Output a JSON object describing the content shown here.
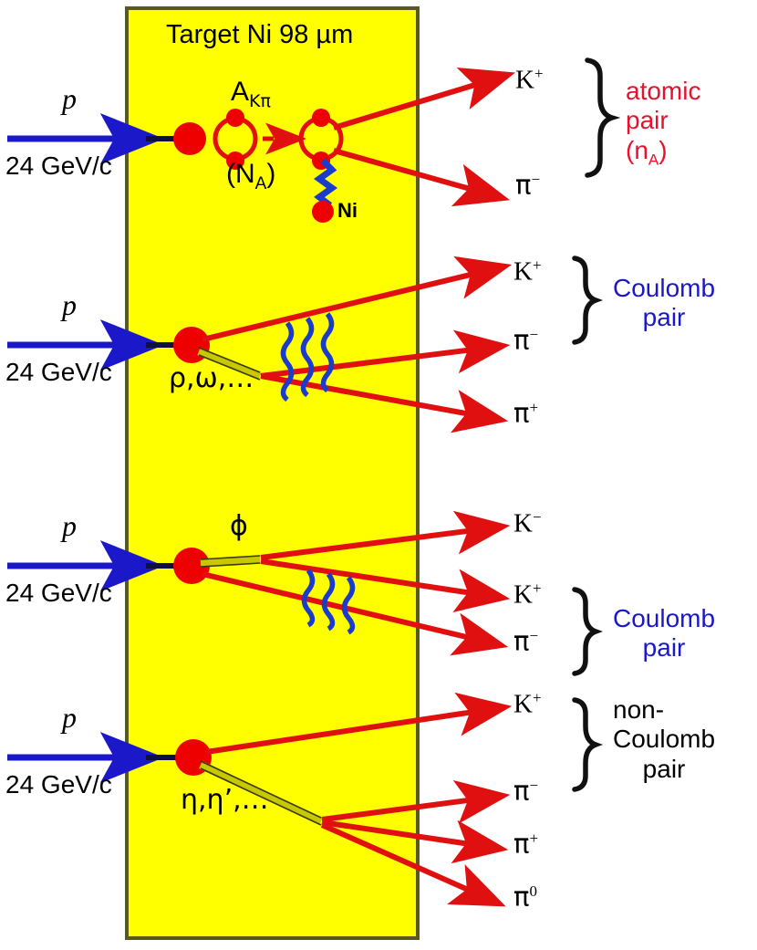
{
  "figure": {
    "target": {
      "label": "Target Ni 98 µm",
      "fill": "#ffff00",
      "border": "#5a5a18"
    },
    "beam": {
      "label": "p",
      "momentum": "24 GeV/c",
      "color": "#1a18c8",
      "count": 4
    },
    "colors": {
      "track": "#e01010",
      "vertex": "#ee0000",
      "photon": "#1a3ccc",
      "resonance": "#c8c800",
      "atom_red": "#e8112d",
      "coulomb_blue": "#1a18c8"
    },
    "nucleus": {
      "label": "Ni"
    },
    "processes": [
      {
        "id": "atomic-pair",
        "atom_label": "A",
        "atom_sub": "Kπ",
        "atom_count": "(N",
        "atom_count_sub": "A",
        "atom_count_end": ")",
        "products": [
          {
            "symbol": "K",
            "charge": "+"
          },
          {
            "symbol": "π",
            "charge": "−"
          }
        ],
        "group_label": [
          "atomic",
          "pair",
          "(n"
        ],
        "group_sub": "A",
        "group_tail": ")",
        "group_color": "#e8112d",
        "braced": [
          0,
          1
        ]
      },
      {
        "id": "coulomb-pair-rho",
        "resonance": "ρ,ω,…",
        "products": [
          {
            "symbol": "K",
            "charge": "+"
          },
          {
            "symbol": "π",
            "charge": "−"
          },
          {
            "symbol": "π",
            "charge": "+"
          }
        ],
        "group_label": [
          "Coulomb",
          "pair"
        ],
        "group_color": "#1a18c8",
        "braced": [
          0,
          1
        ]
      },
      {
        "id": "coulomb-pair-phi",
        "resonance": "ϕ",
        "products": [
          {
            "symbol": "K",
            "charge": "−"
          },
          {
            "symbol": "K",
            "charge": "+"
          },
          {
            "symbol": "π",
            "charge": "−"
          }
        ],
        "group_label": [
          "Coulomb",
          "pair"
        ],
        "group_color": "#1a18c8",
        "braced": [
          1,
          2
        ]
      },
      {
        "id": "non-coulomb-pair",
        "resonance": "η,η’,…",
        "products": [
          {
            "symbol": "K",
            "charge": "+"
          },
          {
            "symbol": "π",
            "charge": "−"
          },
          {
            "symbol": "π",
            "charge": "+"
          },
          {
            "symbol": "π",
            "charge": "0"
          }
        ],
        "group_label": [
          "non-",
          "Coulomb",
          "pair"
        ],
        "group_color": "#000000",
        "braced": [
          0,
          1
        ]
      }
    ]
  }
}
